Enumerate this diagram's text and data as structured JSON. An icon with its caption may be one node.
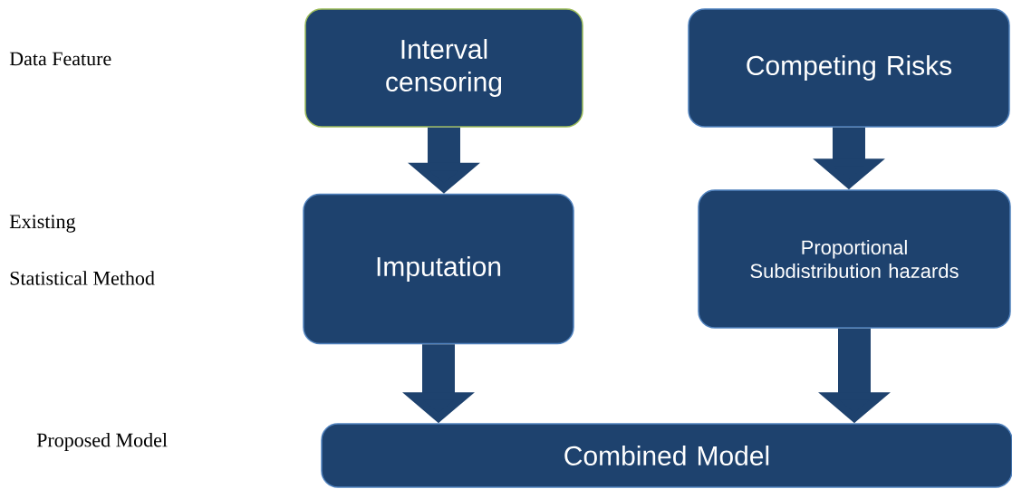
{
  "diagram": {
    "nodes": [
      {
        "text": [
          "Interval censoring"
        ]
      },
      {
        "text": [
          "Competing Risks"
        ]
      },
      {
        "text": [
          "Imputation"
        ]
      },
      {
        "text": [
          "Proportional Subdistribution hazards"
        ]
      },
      {
        "text": [
          "Combined Model"
        ]
      }
    ],
    "edges": [
      {
        "from": 0,
        "to": 2,
        "arrow": "to"
      },
      {
        "from": 1,
        "to": 3,
        "arrow": "to"
      },
      {
        "from": 2,
        "to": 4,
        "arrow": "to"
      },
      {
        "from": 3,
        "to": 4,
        "arrow": "to"
      }
    ],
    "labels": [
      "Data Feature",
      "Existing",
      "Statistical Method",
      "Proposed Model"
    ]
  }
}
